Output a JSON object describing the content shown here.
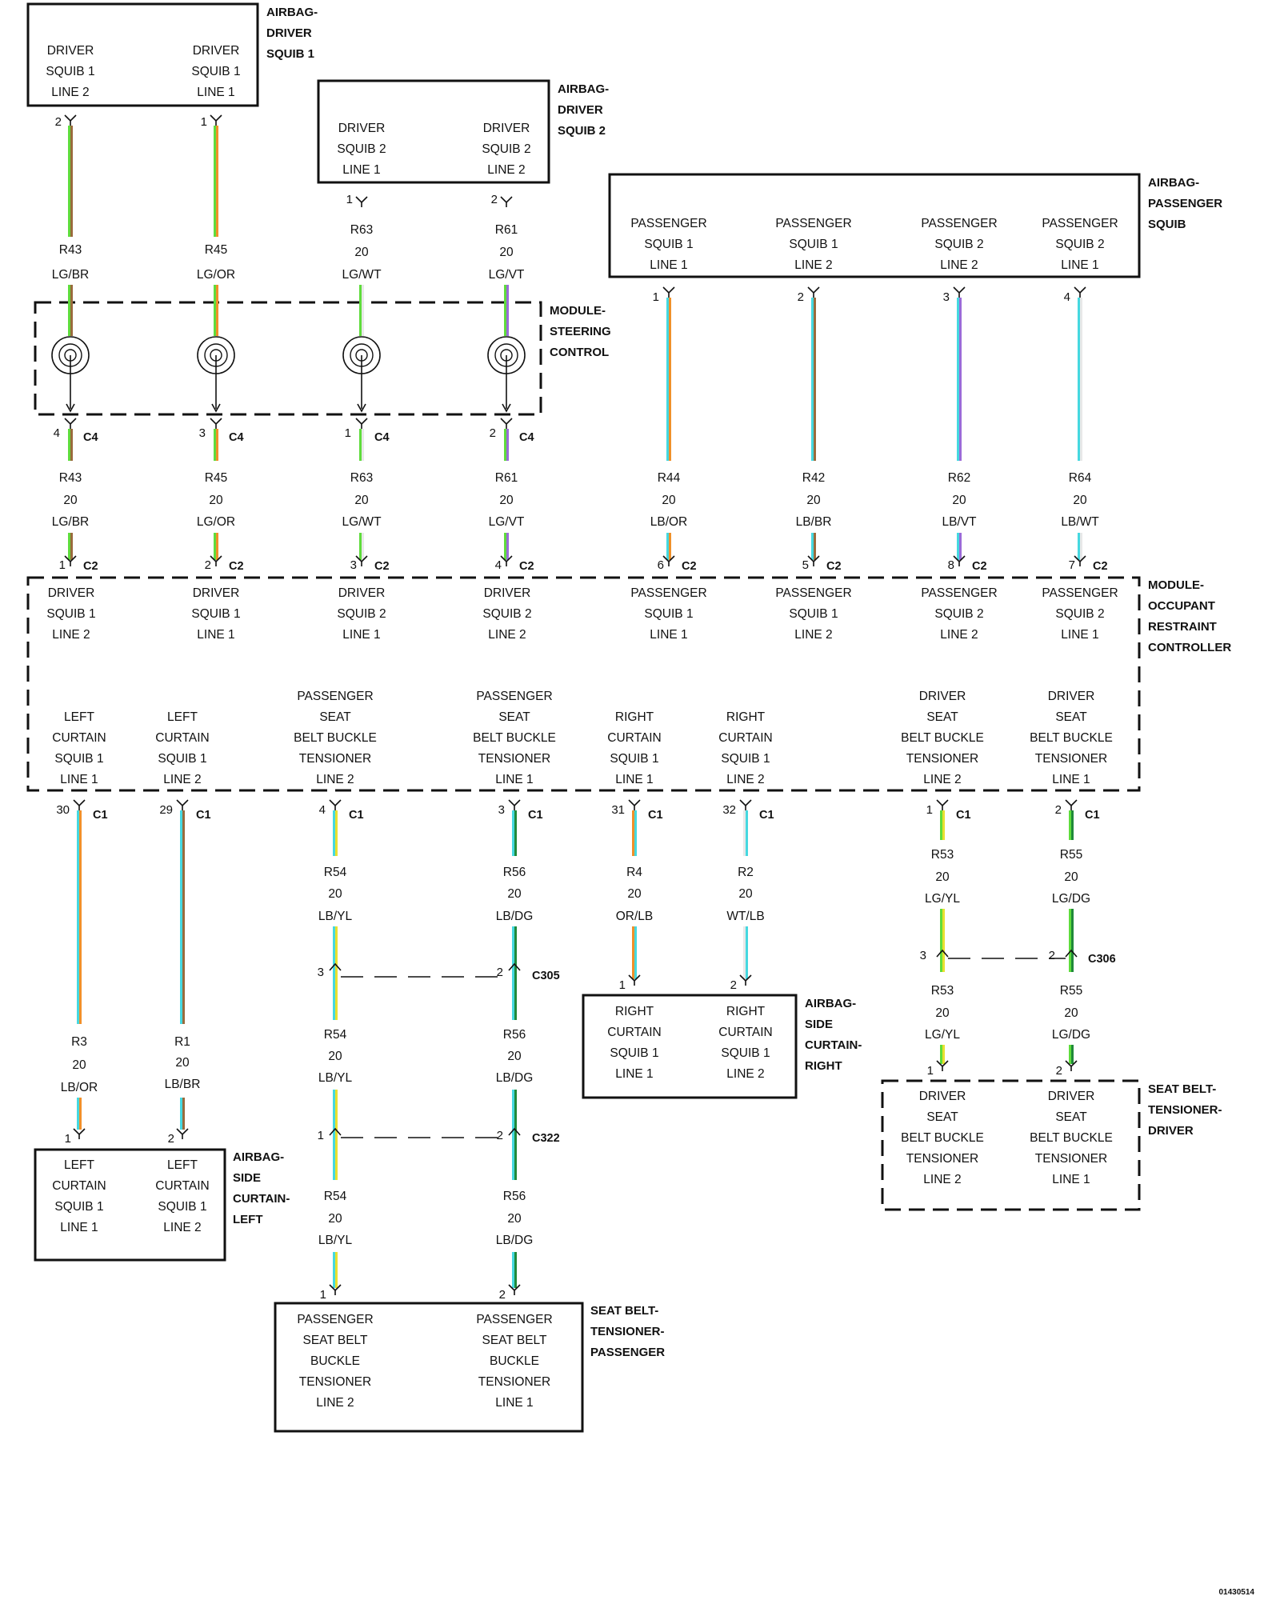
{
  "figure_id": "01430514",
  "colors": {
    "LG": "#5fdc3c",
    "LB": "#45d8e0",
    "BR": "#9a6b3c",
    "OR": "#f0902a",
    "WT": "#e8e8e8",
    "VT": "#9a6bd8",
    "YL": "#e8e030",
    "DG": "#1f8a3a"
  },
  "components": {
    "airbag_driver_squib_1": {
      "title": [
        "AIRBAG-",
        "DRIVER",
        "SQUIB 1"
      ],
      "pins": [
        [
          "DRIVER",
          "SQUIB 1",
          "LINE 2"
        ],
        [
          "DRIVER",
          "SQUIB 1",
          "LINE 1"
        ]
      ]
    },
    "airbag_driver_squib_2": {
      "title": [
        "AIRBAG-",
        "DRIVER",
        "SQUIB 2"
      ],
      "pins": [
        [
          "DRIVER",
          "SQUIB 2",
          "LINE 1"
        ],
        [
          "DRIVER",
          "SQUIB 2",
          "LINE 2"
        ]
      ]
    },
    "airbag_passenger_squib": {
      "title": [
        "AIRBAG-",
        "PASSENGER",
        "SQUIB"
      ],
      "pins": [
        [
          "PASSENGER",
          "SQUIB 1",
          "LINE 1"
        ],
        [
          "PASSENGER",
          "SQUIB 1",
          "LINE 2"
        ],
        [
          "PASSENGER",
          "SQUIB 2",
          "LINE 2"
        ],
        [
          "PASSENGER",
          "SQUIB 2",
          "LINE 1"
        ]
      ]
    },
    "module_steering_control": {
      "title": [
        "MODULE-",
        "STEERING",
        "CONTROL"
      ]
    },
    "module_occupant_restraint_controller": {
      "title": [
        "MODULE-",
        "OCCUPANT",
        "RESTRAINT",
        "CONTROLLER"
      ],
      "top_pins": [
        [
          "DRIVER",
          "SQUIB 1",
          "LINE 2"
        ],
        [
          "DRIVER",
          "SQUIB 1",
          "LINE 1"
        ],
        [
          "DRIVER",
          "SQUIB 2",
          "LINE 1"
        ],
        [
          "DRIVER",
          "SQUIB 2",
          "LINE 2"
        ],
        [
          "PASSENGER",
          "SQUIB 1",
          "LINE 1"
        ],
        [
          "PASSENGER",
          "SQUIB 1",
          "LINE 2"
        ],
        [
          "PASSENGER",
          "SQUIB 2",
          "LINE 2"
        ],
        [
          "PASSENGER",
          "SQUIB 2",
          "LINE 1"
        ]
      ],
      "bottom_pins": [
        [
          "LEFT",
          "CURTAIN",
          "SQUIB 1",
          "LINE 1"
        ],
        [
          "LEFT",
          "CURTAIN",
          "SQUIB 1",
          "LINE 2"
        ],
        [
          "PASSENGER",
          "SEAT",
          "BELT BUCKLE",
          "TENSIONER",
          "LINE 2"
        ],
        [
          "PASSENGER",
          "SEAT",
          "BELT BUCKLE",
          "TENSIONER",
          "LINE 1"
        ],
        [
          "RIGHT",
          "CURTAIN",
          "SQUIB 1",
          "LINE 1"
        ],
        [
          "RIGHT",
          "CURTAIN",
          "SQUIB 1",
          "LINE 2"
        ],
        [
          "DRIVER",
          "SEAT",
          "BELT BUCKLE",
          "TENSIONER",
          "LINE 2"
        ],
        [
          "DRIVER",
          "SEAT",
          "BELT BUCKLE",
          "TENSIONER",
          "LINE 1"
        ]
      ]
    },
    "airbag_side_curtain_left": {
      "title": [
        "AIRBAG-",
        "SIDE",
        "CURTAIN-",
        "LEFT"
      ],
      "pins": [
        [
          "LEFT",
          "CURTAIN",
          "SQUIB 1",
          "LINE 1"
        ],
        [
          "LEFT",
          "CURTAIN",
          "SQUIB 1",
          "LINE 2"
        ]
      ]
    },
    "airbag_side_curtain_right": {
      "title": [
        "AIRBAG-",
        "SIDE",
        "CURTAIN-",
        "RIGHT"
      ],
      "pins": [
        [
          "RIGHT",
          "CURTAIN",
          "SQUIB 1",
          "LINE 1"
        ],
        [
          "RIGHT",
          "CURTAIN",
          "SQUIB 1",
          "LINE 2"
        ]
      ]
    },
    "seat_belt_tensioner_passenger": {
      "title": [
        "SEAT BELT-",
        "TENSIONER-",
        "PASSENGER"
      ],
      "pins": [
        [
          "PASSENGER",
          "SEAT BELT",
          "BUCKLE",
          "TENSIONER",
          "LINE 2"
        ],
        [
          "PASSENGER",
          "SEAT BELT",
          "BUCKLE",
          "TENSIONER",
          "LINE 1"
        ]
      ]
    },
    "seat_belt_tensioner_driver": {
      "title": [
        "SEAT BELT-",
        "TENSIONER-",
        "DRIVER"
      ],
      "pins": [
        [
          "DRIVER",
          "SEAT",
          "BELT BUCKLE",
          "TENSIONER",
          "LINE 2"
        ],
        [
          "DRIVER",
          "SEAT",
          "BELT BUCKLE",
          "TENSIONER",
          "LINE 1"
        ]
      ]
    }
  },
  "connectors": {
    "c1": "C1",
    "c2": "C2",
    "c4": "C4",
    "c305": "C305",
    "c306": "C306",
    "c322": "C322"
  },
  "wires": {
    "upper": [
      {
        "pin_component": "2",
        "circuit": "R43",
        "gauge": "",
        "color": "LG/BR",
        "c4_pin": "4",
        "circuit2": "R43",
        "gauge2": "20",
        "color2": "LG/BR",
        "c2_pin": "1"
      },
      {
        "pin_component": "1",
        "circuit": "R45",
        "gauge": "",
        "color": "LG/OR",
        "c4_pin": "3",
        "circuit2": "R45",
        "gauge2": "20",
        "color2": "LG/OR",
        "c2_pin": "2"
      },
      {
        "pin_component": "1",
        "circuit": "R63",
        "gauge": "20",
        "color": "LG/WT",
        "c4_pin": "1",
        "circuit2": "R63",
        "gauge2": "20",
        "color2": "LG/WT",
        "c2_pin": "3"
      },
      {
        "pin_component": "2",
        "circuit": "R61",
        "gauge": "20",
        "color": "LG/VT",
        "c4_pin": "2",
        "circuit2": "R61",
        "gauge2": "20",
        "color2": "LG/VT",
        "c2_pin": "4"
      },
      {
        "pin_component": "1",
        "circuit": "R44",
        "gauge": "20",
        "color": "LB/OR",
        "c2_pin": "6"
      },
      {
        "pin_component": "2",
        "circuit": "R42",
        "gauge": "20",
        "color": "LB/BR",
        "c2_pin": "5"
      },
      {
        "pin_component": "3",
        "circuit": "R62",
        "gauge": "20",
        "color": "LB/VT",
        "c2_pin": "8"
      },
      {
        "pin_component": "4",
        "circuit": "R64",
        "gauge": "20",
        "color": "LB/WT",
        "c2_pin": "7"
      }
    ],
    "lower": [
      {
        "c1_pin": "30",
        "circuit": "R3",
        "gauge": "20",
        "color": "LB/OR",
        "end_pin": "1"
      },
      {
        "c1_pin": "29",
        "circuit": "R1",
        "gauge": "20",
        "color": "LB/BR",
        "end_pin": "2"
      },
      {
        "c1_pin": "4",
        "segments": [
          {
            "circuit": "R54",
            "gauge": "20",
            "color": "LB/YL"
          },
          {
            "circuit": "R54",
            "gauge": "20",
            "color": "LB/YL"
          },
          {
            "circuit": "R54",
            "gauge": "20",
            "color": "LB/YL"
          }
        ],
        "c305_pin": "3",
        "c322_pin": "1",
        "end_pin": "1"
      },
      {
        "c1_pin": "3",
        "segments": [
          {
            "circuit": "R56",
            "gauge": "20",
            "color": "LB/DG"
          },
          {
            "circuit": "R56",
            "gauge": "20",
            "color": "LB/DG"
          },
          {
            "circuit": "R56",
            "gauge": "20",
            "color": "LB/DG"
          }
        ],
        "c305_pin": "2",
        "c322_pin": "2",
        "end_pin": "2"
      },
      {
        "c1_pin": "31",
        "circuit": "R4",
        "gauge": "20",
        "color": "OR/LB",
        "end_pin": "1"
      },
      {
        "c1_pin": "32",
        "circuit": "R2",
        "gauge": "20",
        "color": "WT/LB",
        "end_pin": "2"
      },
      {
        "c1_pin": "1",
        "segments": [
          {
            "circuit": "R53",
            "gauge": "20",
            "color": "LG/YL"
          },
          {
            "circuit": "R53",
            "gauge": "20",
            "color": "LG/YL"
          }
        ],
        "c306_pin": "3",
        "end_pin": "1"
      },
      {
        "c1_pin": "2",
        "segments": [
          {
            "circuit": "R55",
            "gauge": "20",
            "color": "LG/DG"
          },
          {
            "circuit": "R55",
            "gauge": "20",
            "color": "LG/DG"
          }
        ],
        "c306_pin": "2",
        "end_pin": "2"
      }
    ]
  }
}
